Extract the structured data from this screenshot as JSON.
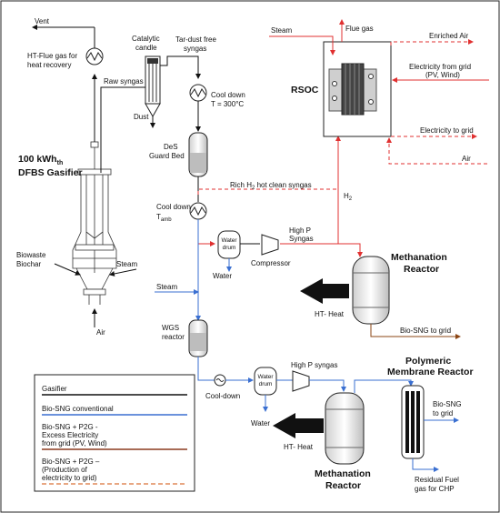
{
  "labels": {
    "vent": "Vent",
    "ht_flue_gas_1": "HT-Flue gas for",
    "ht_flue_gas_2": "heat recovery",
    "catalytic_candle_1": "Catalytic",
    "catalytic_candle_2": "candle",
    "tar_free_1": "Tar-dust free",
    "tar_free_2": "syngas",
    "raw_syngas": "Raw syngas",
    "cool_down_1": "Cool down",
    "cool_down_temp": "T = 300°C",
    "dust": "Dust",
    "gasifier_title_1": "100 kWh",
    "gasifier_title_sub": "th",
    "gasifier_title_2": "DFBS Gasifier",
    "des_1": "DeS",
    "des_2": "Guard Bed",
    "cool_down_2": "Cool down",
    "t_amb": "T",
    "t_amb_sub": "amb",
    "rich_h2_pre": "Rich H",
    "rich_h2_sub": "2",
    "rich_h2_post": " hot clean syngas",
    "h2": "H",
    "h2_sub": "2",
    "steam_top": "Steam",
    "flue_gas": "Flue gas",
    "enriched_air": "Enriched Air",
    "elec_from_grid_1": "Electricity from grid",
    "elec_from_grid_2": "(PV, Wind)",
    "rsoc": "RSOC",
    "elec_to_grid": "Electricity to grid",
    "air_right": "Air",
    "water_drum_1a": "Water",
    "water_drum_1b": "drum",
    "water_1": "Water",
    "compressor": "Compressor",
    "high_p_syngas_1a": "High P",
    "high_p_syngas_1b": "Syngas",
    "biowaste": "Biowaste",
    "biochar": "Biochar",
    "steam_gasifier": "Steam",
    "air_gasifier": "Air",
    "steam_left": "Steam",
    "methanation_1a": "Methanation",
    "methanation_1b": "Reactor",
    "ht_heat_1": "HT- Heat",
    "bio_sng_grid_1": "Bio-SNG to grid",
    "wgs_1": "WGS",
    "wgs_2": "reactor",
    "cool_down_3": "Cool-down",
    "water_drum_2a": "Water",
    "water_drum_2b": "drum",
    "high_p_syngas_2": "High P syngas",
    "water_2": "Water",
    "polymeric_1": "Polymeric",
    "polymeric_2": "Membrane Reactor",
    "bio_sng_grid_2a": "Bio-SNG",
    "bio_sng_grid_2b": "to grid",
    "ht_heat_2": "HT- Heat",
    "methanation_2a": "Methanation",
    "methanation_2b": "Reactor",
    "residual_1": "Residual Fuel",
    "residual_2": "gas for CHP"
  },
  "legend": {
    "items": [
      {
        "lines": [
          "Gasifier"
        ]
      },
      {
        "lines": [
          "Bio-SNG conventional"
        ]
      },
      {
        "lines": [
          "Bio-SNG + P2G -",
          "Excess Electricity",
          "from grid (PV, Wind)"
        ]
      },
      {
        "lines": [
          "Bio-SNG + P2G –",
          "(Production of",
          "electricity to grid)"
        ]
      }
    ]
  },
  "colors": {
    "gasifier": "#111111",
    "conventional": "#3a6fd1",
    "p2g_excess": "#8b3a1e",
    "p2g_production": "#e03030",
    "brown": "#8b4513"
  }
}
